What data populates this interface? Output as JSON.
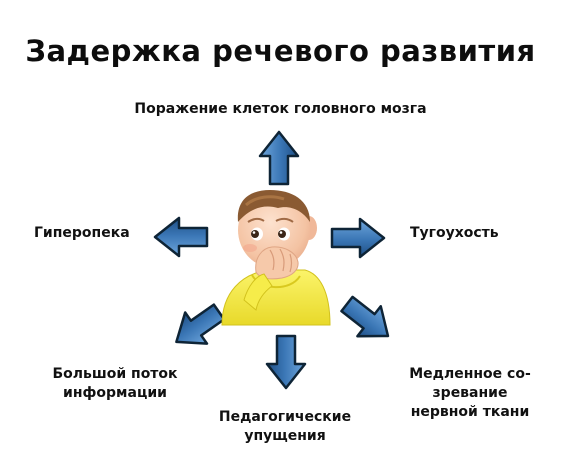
{
  "title": "Задержка речевого развития",
  "labels": {
    "top": "Поражение клеток головного мозга",
    "left": "Гиперопека",
    "right": "Тугоухость",
    "bottom_left": [
      "Большой поток",
      "информации"
    ],
    "bottom": [
      "Педагогические",
      "упущения"
    ],
    "bottom_right": [
      "Медленное со-",
      "зревание",
      "нервной ткани"
    ]
  },
  "center_image": "child-thinking-illustration",
  "colors": {
    "arrow_fill": "#3a76b5",
    "arrow_stroke": "#0e2436",
    "sweater": "#f3ea3c",
    "skin": "#f4c3a3",
    "hair": "#8a5a32"
  }
}
